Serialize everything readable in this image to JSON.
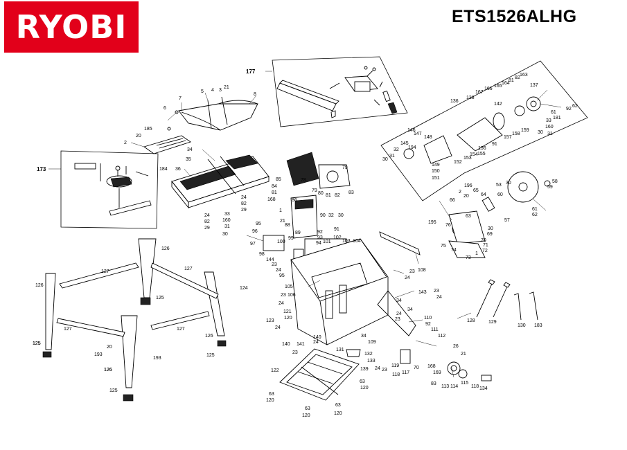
{
  "brand": {
    "logo_text": "RYOBI",
    "logo_color": "#e2001a"
  },
  "model": "ETS1526ALHG",
  "part_labels": [
    {
      "id": "l177",
      "text": "177"
    },
    {
      "id": "l173",
      "text": "173"
    },
    {
      "id": "l7",
      "text": "7"
    },
    {
      "id": "l6",
      "text": "6"
    },
    {
      "id": "l5",
      "text": "5"
    },
    {
      "id": "l4",
      "text": "4"
    },
    {
      "id": "l3",
      "text": "3"
    },
    {
      "id": "l21a",
      "text": "21"
    },
    {
      "id": "l8",
      "text": "8"
    },
    {
      "id": "l185",
      "text": "185"
    },
    {
      "id": "l20a",
      "text": "20"
    },
    {
      "id": "l2a",
      "text": "2"
    },
    {
      "id": "l184",
      "text": "184"
    },
    {
      "id": "l34a",
      "text": "34"
    },
    {
      "id": "l35",
      "text": "35"
    },
    {
      "id": "l36",
      "text": "36"
    },
    {
      "id": "l24a",
      "text": "24"
    },
    {
      "id": "l82a",
      "text": "82"
    },
    {
      "id": "l29a",
      "text": "29"
    },
    {
      "id": "l24b",
      "text": "24"
    },
    {
      "id": "l82b",
      "text": "82"
    },
    {
      "id": "l29b",
      "text": "29"
    },
    {
      "id": "l33",
      "text": "33"
    },
    {
      "id": "l160a",
      "text": "160"
    },
    {
      "id": "l31a",
      "text": "31"
    },
    {
      "id": "l30a",
      "text": "30"
    },
    {
      "id": "l79a",
      "text": "79"
    },
    {
      "id": "l78",
      "text": "78"
    },
    {
      "id": "l79b",
      "text": "79"
    },
    {
      "id": "l80",
      "text": "80"
    },
    {
      "id": "l81a",
      "text": "81"
    },
    {
      "id": "l82c",
      "text": "82"
    },
    {
      "id": "l83",
      "text": "83"
    },
    {
      "id": "l85",
      "text": "85"
    },
    {
      "id": "l84",
      "text": "84"
    },
    {
      "id": "l81b",
      "text": "81"
    },
    {
      "id": "l168a",
      "text": "168"
    },
    {
      "id": "l86",
      "text": "86"
    },
    {
      "id": "l1a",
      "text": "1"
    },
    {
      "id": "l21b",
      "text": "21"
    },
    {
      "id": "l88",
      "text": "88"
    },
    {
      "id": "l90",
      "text": "90"
    },
    {
      "id": "l32a",
      "text": "32"
    },
    {
      "id": "l30b",
      "text": "30"
    },
    {
      "id": "l91",
      "text": "91"
    },
    {
      "id": "l89",
      "text": "89"
    },
    {
      "id": "l92a",
      "text": "92"
    },
    {
      "id": "l93",
      "text": "93"
    },
    {
      "id": "l102",
      "text": "102"
    },
    {
      "id": "l99",
      "text": "99"
    },
    {
      "id": "l101",
      "text": "101"
    },
    {
      "id": "l103",
      "text": "103"
    },
    {
      "id": "l104",
      "text": "104"
    },
    {
      "id": "l100",
      "text": "100"
    },
    {
      "id": "l94",
      "text": "94"
    },
    {
      "id": "l95a",
      "text": "95"
    },
    {
      "id": "l96",
      "text": "96"
    },
    {
      "id": "l97",
      "text": "97"
    },
    {
      "id": "l98",
      "text": "98"
    },
    {
      "id": "l144",
      "text": "144"
    },
    {
      "id": "l23a",
      "text": "23"
    },
    {
      "id": "l24c",
      "text": "24"
    },
    {
      "id": "l95b",
      "text": "95"
    },
    {
      "id": "l105",
      "text": "105"
    },
    {
      "id": "l106",
      "text": "106"
    },
    {
      "id": "l23b",
      "text": "23"
    },
    {
      "id": "l24d",
      "text": "24"
    },
    {
      "id": "l124",
      "text": "124"
    },
    {
      "id": "l121",
      "text": "121"
    },
    {
      "id": "l123",
      "text": "123"
    },
    {
      "id": "l120a",
      "text": "120"
    },
    {
      "id": "l24e",
      "text": "24"
    },
    {
      "id": "l140a",
      "text": "140"
    },
    {
      "id": "l140b",
      "text": "140"
    },
    {
      "id": "l141",
      "text": "141"
    },
    {
      "id": "l24f",
      "text": "24"
    },
    {
      "id": "l23c",
      "text": "23"
    },
    {
      "id": "l23d",
      "text": "23"
    },
    {
      "id": "l24g",
      "text": "24"
    },
    {
      "id": "l108",
      "text": "108"
    },
    {
      "id": "l143",
      "text": "143"
    },
    {
      "id": "l23e",
      "text": "23"
    },
    {
      "id": "l24h",
      "text": "24"
    },
    {
      "id": "l34b",
      "text": "34"
    },
    {
      "id": "l34c",
      "text": "34"
    },
    {
      "id": "l24i",
      "text": "24"
    },
    {
      "id": "l23f",
      "text": "23"
    },
    {
      "id": "l110",
      "text": "110"
    },
    {
      "id": "l92b",
      "text": "92"
    },
    {
      "id": "l111",
      "text": "111"
    },
    {
      "id": "l112",
      "text": "112"
    },
    {
      "id": "l26a",
      "text": "26"
    },
    {
      "id": "l109",
      "text": "109"
    },
    {
      "id": "l34d",
      "text": "34"
    },
    {
      "id": "l131",
      "text": "131"
    },
    {
      "id": "l132",
      "text": "132"
    },
    {
      "id": "l133",
      "text": "133"
    },
    {
      "id": "l139",
      "text": "139"
    },
    {
      "id": "l24j",
      "text": "24"
    },
    {
      "id": "l23g",
      "text": "23"
    },
    {
      "id": "l119",
      "text": "119"
    },
    {
      "id": "l118a",
      "text": "118"
    },
    {
      "id": "l117",
      "text": "117"
    },
    {
      "id": "l70a",
      "text": "70"
    },
    {
      "id": "l21c",
      "text": "21"
    },
    {
      "id": "l168b",
      "text": "168"
    },
    {
      "id": "l169",
      "text": "169"
    },
    {
      "id": "l83b",
      "text": "83"
    },
    {
      "id": "l113",
      "text": "113"
    },
    {
      "id": "l114",
      "text": "114"
    },
    {
      "id": "l115",
      "text": "115"
    },
    {
      "id": "l118b",
      "text": "118"
    },
    {
      "id": "l134",
      "text": "134"
    },
    {
      "id": "l122",
      "text": "122"
    },
    {
      "id": "l63a",
      "text": "63"
    },
    {
      "id": "l120b",
      "text": "120"
    },
    {
      "id": "l63b",
      "text": "63"
    },
    {
      "id": "l120c",
      "text": "120"
    },
    {
      "id": "l63c",
      "text": "63"
    },
    {
      "id": "l120d",
      "text": "120"
    },
    {
      "id": "l63d",
      "text": "63"
    },
    {
      "id": "l120e",
      "text": "120"
    },
    {
      "id": "l128",
      "text": "128"
    },
    {
      "id": "l129",
      "text": "129"
    },
    {
      "id": "l130",
      "text": "130"
    },
    {
      "id": "l183",
      "text": "183"
    },
    {
      "id": "l126a",
      "text": "126"
    },
    {
      "id": "l127a",
      "text": "127"
    },
    {
      "id": "l127b",
      "text": "127"
    },
    {
      "id": "l126b",
      "text": "126"
    },
    {
      "id": "l125a",
      "text": "125"
    },
    {
      "id": "l126c",
      "text": "126"
    },
    {
      "id": "l127c",
      "text": "127"
    },
    {
      "id": "l127d",
      "text": "127"
    },
    {
      "id": "l126d",
      "text": "126"
    },
    {
      "id": "l125b",
      "text": "125"
    },
    {
      "id": "l125c",
      "text": "125"
    },
    {
      "id": "l20b",
      "text": "20"
    },
    {
      "id": "l193a",
      "text": "193"
    },
    {
      "id": "l193b",
      "text": "193"
    },
    {
      "id": "l126e",
      "text": "126"
    },
    {
      "id": "l125d",
      "text": "125"
    },
    {
      "id": "l125e",
      "text": "125"
    },
    {
      "id": "l136",
      "text": "136"
    },
    {
      "id": "l138",
      "text": "138"
    },
    {
      "id": "l167",
      "text": "167"
    },
    {
      "id": "l166",
      "text": "166"
    },
    {
      "id": "l165",
      "text": "165"
    },
    {
      "id": "l164",
      "text": "164"
    },
    {
      "id": "l81c",
      "text": "81"
    },
    {
      "id": "l82d",
      "text": "82"
    },
    {
      "id": "l163",
      "text": "163"
    },
    {
      "id": "l137",
      "text": "137"
    },
    {
      "id": "l142",
      "text": "142"
    },
    {
      "id": "l62a",
      "text": "62"
    },
    {
      "id": "l92c",
      "text": "92"
    },
    {
      "id": "l61a",
      "text": "61"
    },
    {
      "id": "l181",
      "text": "181"
    },
    {
      "id": "l33b",
      "text": "33"
    },
    {
      "id": "l160b",
      "text": "160"
    },
    {
      "id": "l31b",
      "text": "31"
    },
    {
      "id": "l30c",
      "text": "30"
    },
    {
      "id": "l159",
      "text": "159"
    },
    {
      "id": "l158",
      "text": "158"
    },
    {
      "id": "l157",
      "text": "157"
    },
    {
      "id": "l156",
      "text": "156"
    },
    {
      "id": "l91b",
      "text": "91"
    },
    {
      "id": "l155",
      "text": "155"
    },
    {
      "id": "l154",
      "text": "154"
    },
    {
      "id": "l153",
      "text": "153"
    },
    {
      "id": "l152",
      "text": "152"
    },
    {
      "id": "l146",
      "text": "146"
    },
    {
      "id": "l147",
      "text": "147"
    },
    {
      "id": "l148",
      "text": "148"
    },
    {
      "id": "l145",
      "text": "145"
    },
    {
      "id": "l194",
      "text": "194"
    },
    {
      "id": "l32b",
      "text": "32"
    },
    {
      "id": "l31c",
      "text": "31"
    },
    {
      "id": "l30d",
      "text": "30"
    },
    {
      "id": "l149",
      "text": "149"
    },
    {
      "id": "l150",
      "text": "150"
    },
    {
      "id": "l151",
      "text": "151"
    },
    {
      "id": "l196",
      "text": "196"
    },
    {
      "id": "l2b",
      "text": "2"
    },
    {
      "id": "l20c",
      "text": "20"
    },
    {
      "id": "l66",
      "text": "66"
    },
    {
      "id": "l65",
      "text": "65"
    },
    {
      "id": "l64",
      "text": "64"
    },
    {
      "id": "l53",
      "text": "53"
    },
    {
      "id": "l30e",
      "text": "30"
    },
    {
      "id": "l58",
      "text": "58"
    },
    {
      "id": "l59",
      "text": "59"
    },
    {
      "id": "l60",
      "text": "60"
    },
    {
      "id": "l61b",
      "text": "61"
    },
    {
      "id": "l62b",
      "text": "62"
    },
    {
      "id": "l57",
      "text": "57"
    },
    {
      "id": "l195",
      "text": "195"
    },
    {
      "id": "l76",
      "text": "76"
    },
    {
      "id": "l63e",
      "text": "63"
    },
    {
      "id": "l30f",
      "text": "30"
    },
    {
      "id": "l69",
      "text": "69"
    },
    {
      "id": "l70b",
      "text": "70"
    },
    {
      "id": "l71",
      "text": "71"
    },
    {
      "id": "l72",
      "text": "72"
    },
    {
      "id": "l1b",
      "text": "1"
    },
    {
      "id": "l73",
      "text": "73"
    },
    {
      "id": "l74",
      "text": "74"
    },
    {
      "id": "l75",
      "text": "75"
    }
  ]
}
